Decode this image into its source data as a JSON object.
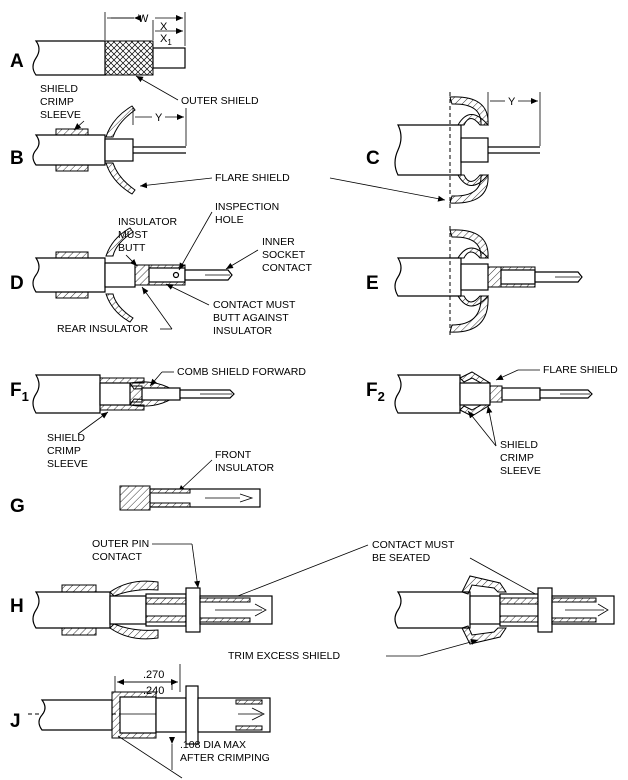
{
  "steps": {
    "A": "A",
    "B": "B",
    "C": "C",
    "D": "D",
    "E": "E",
    "F1": "F",
    "F1_sub": "1",
    "F2": "F",
    "F2_sub": "2",
    "G": "G",
    "H": "H",
    "J": "J"
  },
  "dims": {
    "W": "W",
    "X": "X",
    "X1": "X",
    "X1_sub": "1",
    "Y_B": "Y",
    "Y_C": "Y",
    "d270": ".270",
    "d240": ".240"
  },
  "labels": {
    "outer_shield": "OUTER SHIELD",
    "shield_crimp_sleeve_B": [
      "SHIELD",
      "CRIMP",
      "SLEEVE"
    ],
    "flare_shield_BC": "FLARE SHIELD",
    "insulator_must_butt": [
      "INSULATOR",
      "MUST",
      "BUTT"
    ],
    "inspection_hole": [
      "INSPECTION",
      "HOLE"
    ],
    "inner_socket_contact": [
      "INNER",
      "SOCKET",
      "CONTACT"
    ],
    "contact_must_butt": [
      "CONTACT MUST",
      "BUTT AGAINST",
      "INSULATOR"
    ],
    "rear_insulator": "REAR INSULATOR",
    "comb_shield_forward": "COMB SHIELD FORWARD",
    "flare_shield_F2": "FLARE SHIELD",
    "shield_crimp_sleeve_F1": [
      "SHIELD",
      "CRIMP",
      "SLEEVE"
    ],
    "shield_crimp_sleeve_F2": [
      "SHIELD",
      "CRIMP",
      "SLEEVE"
    ],
    "front_insulator": [
      "FRONT",
      "INSULATOR"
    ],
    "outer_pin_contact": [
      "OUTER PIN",
      "CONTACT"
    ],
    "contact_must_be_seated": [
      "CONTACT MUST",
      "BE SEATED"
    ],
    "trim_excess_shield": "TRIM EXCESS SHIELD",
    "dia_max": [
      ".108 DIA MAX",
      "AFTER CRIMPING"
    ]
  }
}
